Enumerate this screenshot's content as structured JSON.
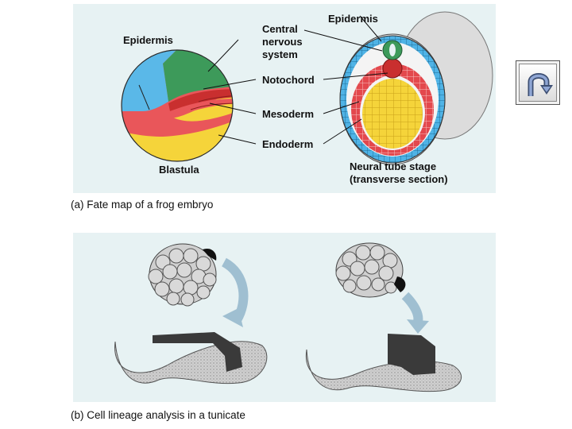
{
  "panel_a": {
    "caption": "(a) Fate map of a frog embryo",
    "labels": {
      "epidermis_left": "Epidermis",
      "blastula": "Blastula",
      "epidermis_right": "Epidermis",
      "cns_line1": "Central",
      "cns_line2": "nervous",
      "cns_line3": "system",
      "notochord": "Notochord",
      "mesoderm": "Mesoderm",
      "endoderm": "Endoderm",
      "neural_line1": "Neural tube stage",
      "neural_line2": "(transverse section)"
    },
    "colors": {
      "epidermis": "#5ab8e8",
      "nervous_system": "#3d9a5a",
      "notochord": "#c92f2f",
      "mesoderm": "#e9565a",
      "endoderm": "#f5d43a"
    }
  },
  "panel_b": {
    "caption": "(b) Cell lineage analysis in a tunicate"
  },
  "nav": {
    "back_button_icon": "u-turn-arrow-icon"
  }
}
